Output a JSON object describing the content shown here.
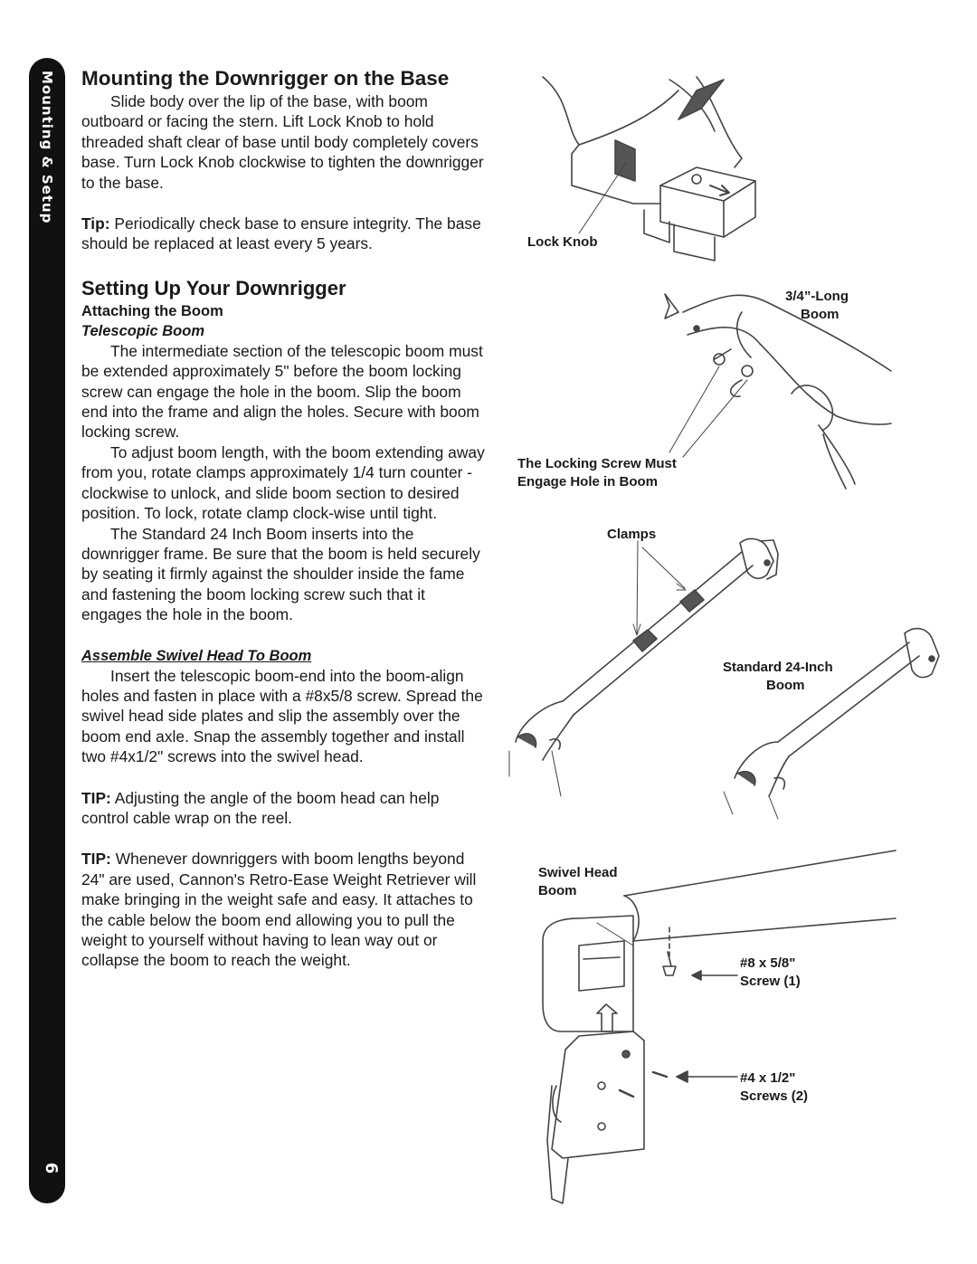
{
  "sidebar": {
    "section": "Mounting & Setup",
    "page_number": "6"
  },
  "mounting": {
    "title": "Mounting the Downrigger on the Base",
    "para": "Slide body over the lip of the base, with boom outboard or facing the stern.  Lift Lock Knob to hold threaded shaft clear of base until body completely covers base. Turn Lock Knob clockwise to tighten the downrigger to the base.",
    "tip_label": "Tip:",
    "tip_text": " Periodically check base to ensure integrity. The base should be replaced at least every 5 years."
  },
  "setup": {
    "title": "Setting Up Your Downrigger",
    "attaching": "Attaching the Boom",
    "telescopic": "Telescopic Boom",
    "p1": "The intermediate section of the telescopic boom must be extended approximately 5\" before the boom locking screw can engage the hole in the boom. Slip the boom end into the frame and align the holes. Secure with boom locking screw.",
    "p2": "To adjust boom length, with the boom extending away from you, rotate clamps approximately 1/4 turn counter - clockwise to unlock, and slide boom section to desired position. To lock, rotate clamp clock-wise until tight.",
    "p3": "The Standard 24 Inch Boom inserts into the downrigger frame. Be sure that the boom is held securely by seating it firmly against the shoulder inside the fame and fastening the boom locking screw such that it engages the hole in the boom.",
    "swivel_title": "Assemble Swivel Head To Boom",
    "p4": "Insert the telescopic boom-end into the boom-align holes and fasten in place with a #8x5/8 screw. Spread the swivel head side plates and slip the assembly over the boom end axle. Snap the assembly together and install two #4x1/2\" screws into the swivel head.",
    "tip1_label": "TIP:",
    "tip1_text": " Adjusting the angle of the boom head can help control cable wrap on the reel.",
    "tip2_label": "TIP:",
    "tip2_text": " Whenever downriggers with boom lengths beyond 24\" are used, Cannon's Retro-Ease Weight Retriever will make bringing in the weight safe and easy. It attaches to the cable below the boom end allowing you to pull the weight to yourself without having to lean way out or collapse the boom to reach the weight."
  },
  "figure_labels": {
    "lock_knob": "Lock Knob",
    "long_boom_1": "3/4”-Long",
    "long_boom_2": "Boom",
    "locking_screw_1": "The Locking Screw Must",
    "locking_screw_2": "Engage Hole in Boom",
    "clamps": "Clamps",
    "standard_1": "Standard 24-Inch",
    "standard_2": "Boom",
    "swivel_1": "Swivel Head",
    "swivel_2": "Boom",
    "screw8_1": "#8 x 5/8\"",
    "screw8_2": "Screw (1)",
    "screw4_1": "#4 x 1/2\"",
    "screw4_2": "Screws (2)"
  }
}
